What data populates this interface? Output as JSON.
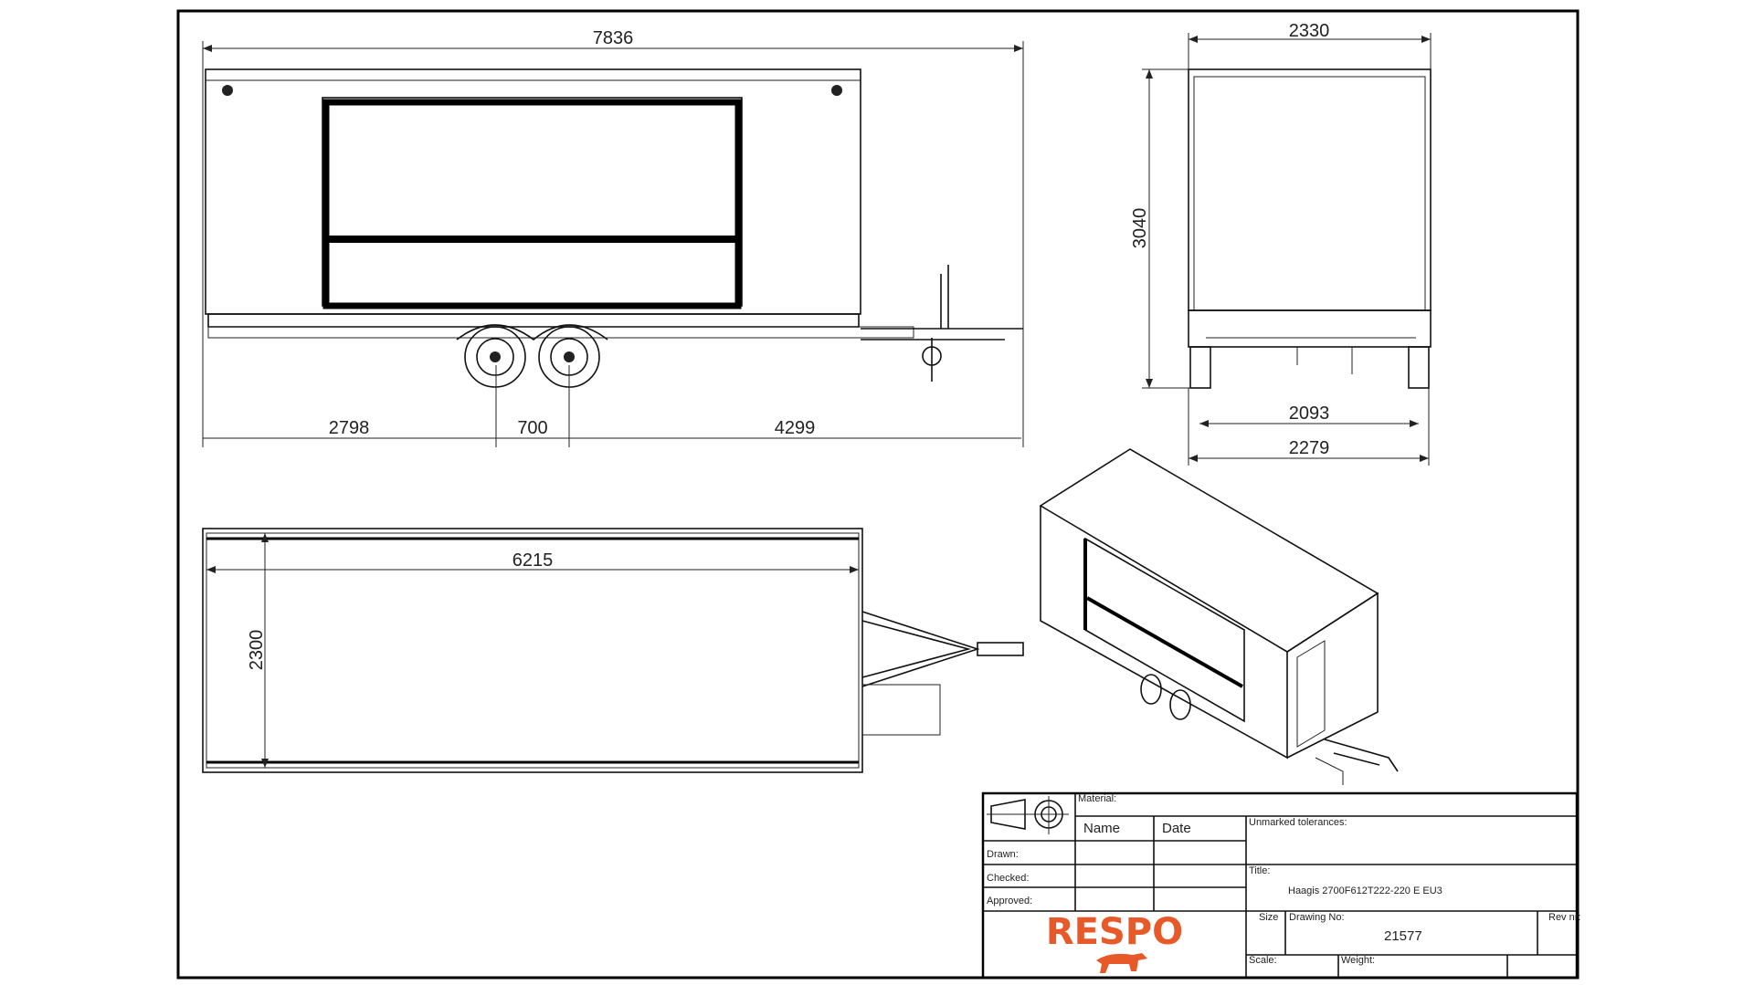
{
  "dimensions": {
    "side_length": "7836",
    "axle_front": "2798",
    "axle_spacing": "700",
    "axle_rear": "4299",
    "front_width": "2330",
    "front_height": "3040",
    "track_inner": "2093",
    "track_outer": "2279",
    "top_length": "6215",
    "top_width": "2300"
  },
  "title_block": {
    "material_label": "Material:",
    "name_header": "Name",
    "date_header": "Date",
    "drawn_label": "Drawn:",
    "checked_label": "Checked:",
    "approved_label": "Approved:",
    "tolerances_label": "Unmarked tolerances:",
    "title_label": "Title:",
    "title_value": "Haagis 2700F612T222-220 E EU3",
    "size_label": "Size",
    "drawing_no_label": "Drawing No:",
    "drawing_no_value": "21577",
    "rev_label": "Rev nr:",
    "scale_label": "Scale:",
    "weight_label": "Weight:",
    "logo_text": "RESPO",
    "brand_color": "#e8592a"
  }
}
